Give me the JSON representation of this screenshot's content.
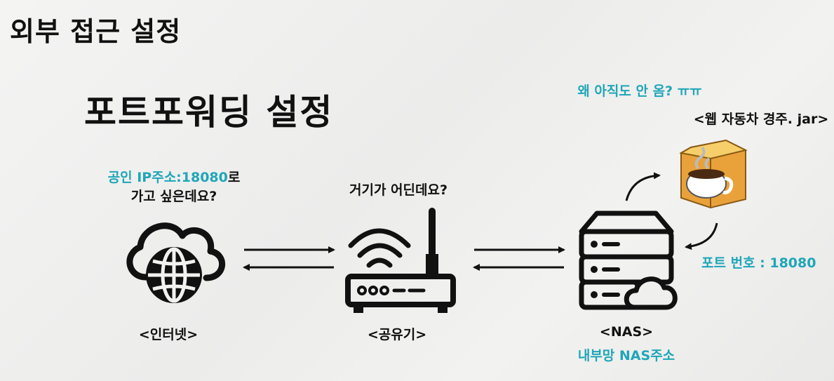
{
  "page_title": "외부 접근 설정",
  "section_title": "포트포워딩 설정",
  "internet": {
    "question_highlight": "공인 IP주소:18080",
    "question_suffix": "로",
    "question_line2": "가고 싶은데요?",
    "label": "<인터넷>"
  },
  "router": {
    "question": "거기가 어딘데요?",
    "label": "<공유기>"
  },
  "nas": {
    "label": "<NAS>",
    "address": "내부망 NAS주소"
  },
  "app": {
    "question": "왜 아직도 안 옴? ㅠㅠ",
    "label": "<웹 자동차 경주. jar>",
    "port_label": "포트 번호 : 18080"
  },
  "colors": {
    "accent": "#1fa6b8",
    "ink": "#111111"
  }
}
